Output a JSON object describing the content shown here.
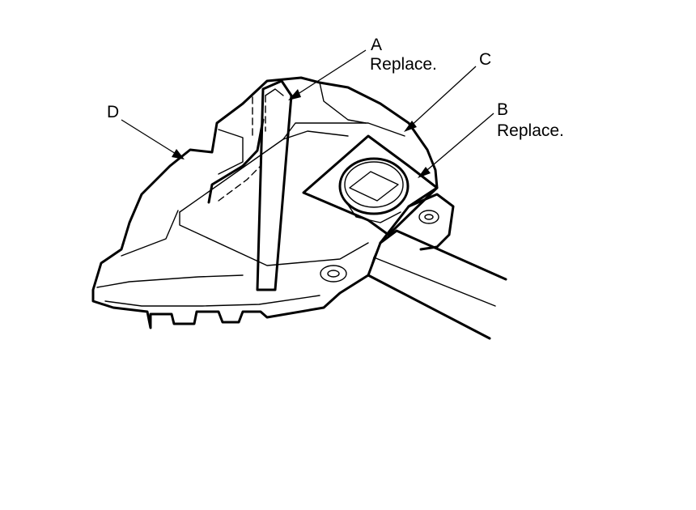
{
  "callouts": {
    "a": {
      "letter": "A",
      "note": "Replace."
    },
    "b": {
      "letter": "B",
      "note": "Replace."
    },
    "c": {
      "letter": "C"
    },
    "d": {
      "letter": "D"
    }
  },
  "colors": {
    "line": "#000000",
    "background": "#ffffff"
  }
}
